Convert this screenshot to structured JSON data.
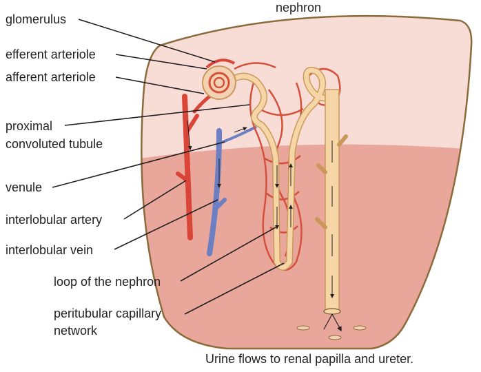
{
  "title": "nephron",
  "caption": "Urine flows to renal papilla and ureter.",
  "labels": {
    "glomerulus": "glomerulus",
    "efferent_arteriole": "efferent arteriole",
    "afferent_arteriole": "afferent arteriole",
    "proximal_line1": "proximal",
    "proximal_line2": "convoluted tubule",
    "venule": "venule",
    "interlobular_artery": "interlobular artery",
    "interlobular_vein": "interlobular vein",
    "loop": "loop of the nephron",
    "peritubular_line1": "peritubular capillary",
    "peritubular_line2": "network"
  },
  "colors": {
    "cortex": "#f8dcd6",
    "medulla": "#e9a79c",
    "capsule_outline": "#8b6a3c",
    "tubule": "#f6d6a6",
    "tubule_edge": "#c9985a",
    "artery": "#d94638",
    "vein": "#6b7fc2",
    "capillary": "#d4503c",
    "leader_line": "#231f20"
  }
}
